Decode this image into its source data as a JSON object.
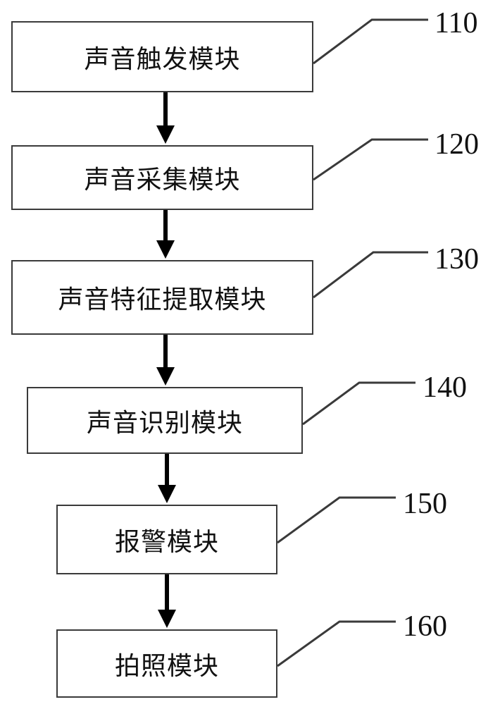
{
  "colors": {
    "line": "#3a3a3a",
    "arrow": "#000000",
    "text": "#111111",
    "background": "#ffffff"
  },
  "modules": [
    {
      "label": "声音触发模块",
      "ref": "110"
    },
    {
      "label": "声音采集模块",
      "ref": "120"
    },
    {
      "label": "声音特征提取模块",
      "ref": "130"
    },
    {
      "label": "声音识别模块",
      "ref": "140"
    },
    {
      "label": "报警模块",
      "ref": "150"
    },
    {
      "label": "拍照模块",
      "ref": "160"
    }
  ]
}
